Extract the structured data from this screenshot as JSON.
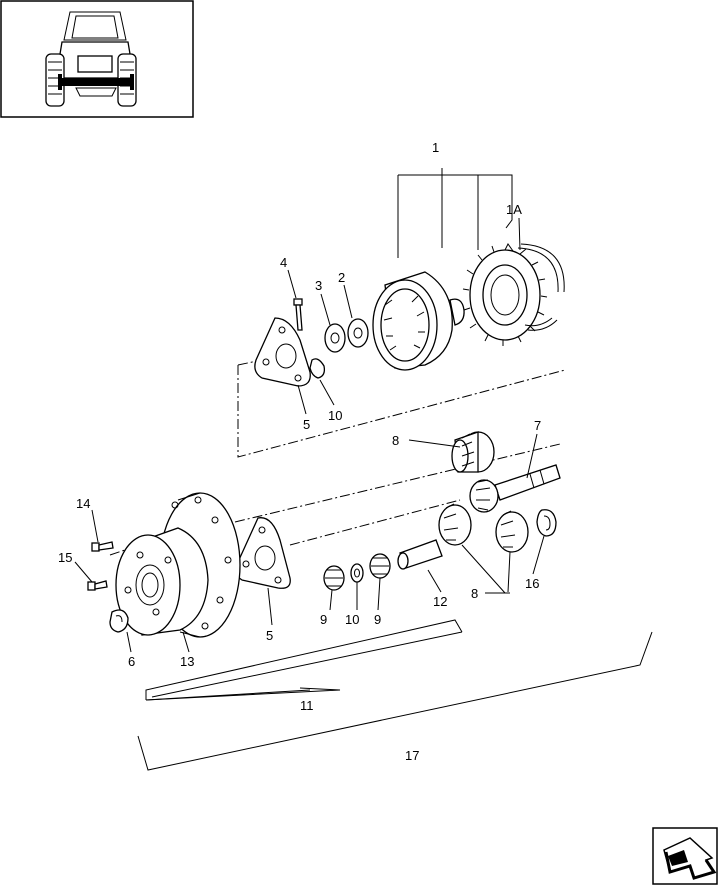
{
  "callouts": {
    "c1": "1",
    "c1a": "1A",
    "c2": "2",
    "c3": "3",
    "c4": "4",
    "c5a": "5",
    "c5b": "5",
    "c6": "6",
    "c7": "7",
    "c8a": "8",
    "c8b": "8",
    "c9a": "9",
    "c9b": "9",
    "c10a": "10",
    "c10b": "10",
    "c11": "11",
    "c12": "12",
    "c13": "13",
    "c14": "14",
    "c15": "15",
    "c16": "16",
    "c17": "17"
  },
  "icons": {
    "thumbnail": "tractor-front-view-icon",
    "navigation": "next-page-arrow-icon"
  }
}
